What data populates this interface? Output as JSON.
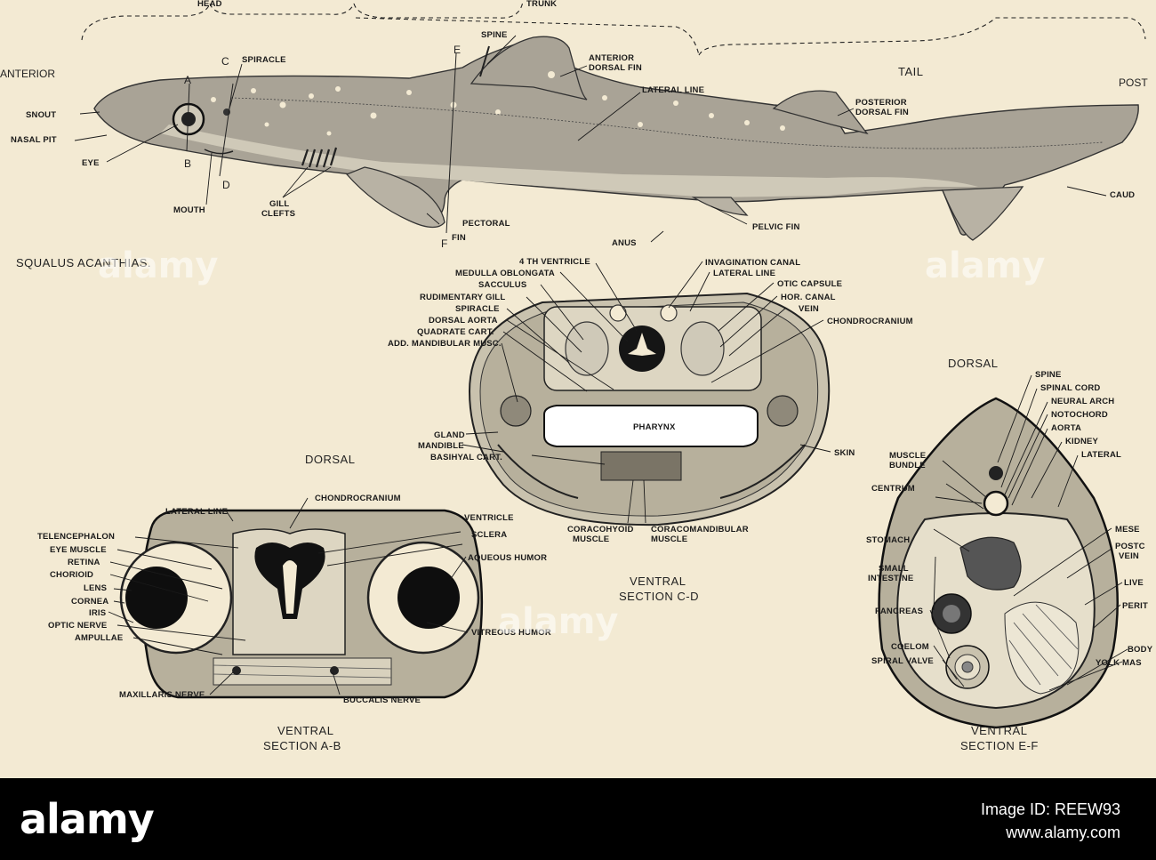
{
  "overview": {
    "species": "SQUALUS ACANTHIAS.",
    "regions": {
      "head": "HEAD",
      "trunk": "TRUNK",
      "tail": "TAIL"
    },
    "orientation": {
      "anterior": "ANTERIOR",
      "posterior": "POST"
    },
    "cut_letters": {
      "a": "A",
      "b": "B",
      "c": "C",
      "d": "D",
      "e": "E",
      "f": "F"
    },
    "labels": {
      "snout": "SNOUT",
      "nasal_pit": "NASAL PIT",
      "eye": "EYE",
      "mouth": "MOUTH",
      "spiracle": "SPIRACLE",
      "gill_clefts_1": "GILL",
      "gill_clefts_2": "CLEFTS",
      "spine": "SPINE",
      "anterior_dorsal_fin_1": "ANTERIOR",
      "anterior_dorsal_fin_2": "DORSAL FIN",
      "lateral_line": "LATERAL LINE",
      "posterior_dorsal_fin_1": "POSTERIOR",
      "posterior_dorsal_fin_2": "DORSAL FIN",
      "pectoral_fin_1": "PECTORAL",
      "pectoral_fin_2": "FIN",
      "anus": "ANUS",
      "pelvic_fin": "PELVIC FIN",
      "caudal": "CAUD"
    }
  },
  "section_cd": {
    "caption_1": "VENTRAL",
    "caption_2": "SECTION C-D",
    "labels": {
      "fourth_ventricle": "4 TH VENTRICLE",
      "medulla": "MEDULLA OBLONGATA",
      "sacculus": "SACCULUS",
      "rudimentary_gill": "RUDIMENTARY GILL",
      "spiracle": "SPIRACLE",
      "dorsal_aorta": "DORSAL AORTA",
      "quadrate": "QUADRATE CART.",
      "add_mandibular": "ADD. MANDIBULAR MUSC.",
      "invagination": "INVAGINATION CANAL",
      "lateral_line": "LATERAL LINE",
      "otic_capsule": "OTIC CAPSULE",
      "hor_canal": "HOR. CANAL",
      "vein": "VEIN",
      "chondrocranium": "CHONDROCRANIUM",
      "gland": "GLAND",
      "mandible": "MANDIBLE",
      "basihyal": "BASIHYAL CART.",
      "pharynx": "PHARYNX",
      "skin": "SKIN",
      "coracohyoid_1": "CORACOHYOID",
      "coracohyoid_2": "MUSCLE",
      "coracomandibular_1": "CORACOMANDIBULAR",
      "coracomandibular_2": "MUSCLE"
    }
  },
  "section_ab": {
    "dorsal": "DORSAL",
    "caption_1": "VENTRAL",
    "caption_2": "SECTION A-B",
    "labels": {
      "lateral_line": "LATERAL LINE",
      "chondrocranium": "CHONDROCRANIUM",
      "telencephalon": "TELENCEPHALON",
      "eye_muscle": "EYE MUSCLE",
      "retina": "RETINA",
      "chorioid": "CHORIOID",
      "lens": "LENS",
      "cornea": "CORNEA",
      "iris": "IRIS",
      "optic_nerve": "OPTIC NERVE",
      "ampullae": "AMPULLAE",
      "maxillaris": "MAXILLARIS NERVE",
      "buccalis": "BUCCALIS NERVE",
      "ventricle": "VENTRICLE",
      "sclera": "SCLERA",
      "aqueous": "AQUEOUS HUMOR",
      "vitreous": "VITREOUS HUMOR"
    }
  },
  "section_ef": {
    "dorsal": "DORSAL",
    "caption_1": "VENTRAL",
    "caption_2": "SECTION E-F",
    "labels": {
      "spine": "SPINE",
      "spinal_cord": "SPINAL CORD",
      "neural_arch": "NEURAL ARCH",
      "notochord": "NOTOCHORD",
      "aorta": "AORTA",
      "kidney": "KIDNEY",
      "lateral": "LATERAL",
      "muscle_bundle_1": "MUSCLE",
      "muscle_bundle_2": "BUNDLE",
      "centrum": "CENTRUM",
      "stomach": "STOMACH",
      "small_intestine_1": "SMALL",
      "small_intestine_2": "INTESTINE",
      "pancreas": "PANCREAS",
      "coelom": "COELOM",
      "spiral_valve": "SPIRAL VALVE",
      "mese": "MESE",
      "postc_1": "POSTC",
      "postc_2": "VEIN",
      "live": "LIVE",
      "perit": "PERIT",
      "body": "BODY",
      "yolk": "YOLK MAS"
    }
  },
  "footer": {
    "wordmark": "alamy",
    "image_id": "Image ID: REEW93",
    "url": "www.alamy.com",
    "watermark": "alamy"
  }
}
